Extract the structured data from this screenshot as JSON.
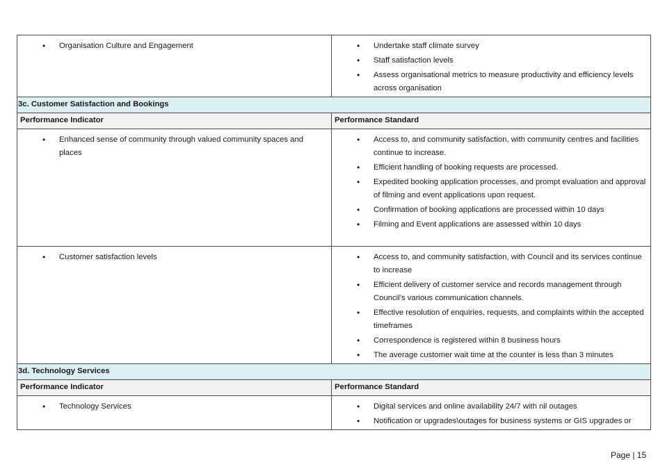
{
  "sections": {
    "culture": {
      "indicator": "Organisation Culture and Engagement",
      "standards": [
        "Undertake staff climate survey",
        "Staff satisfaction levels",
        "Assess organisational metrics to measure productivity and efficiency levels across organisation"
      ]
    },
    "customer": {
      "title": "3c. Customer Satisfaction and Bookings",
      "header_indicator": "Performance Indicator",
      "header_standard": "Performance Standard",
      "rows": [
        {
          "indicator": "Enhanced sense of community through valued community spaces and places",
          "standards": [
            "Access to, and community satisfaction, with community centres and facilities continue to increase.",
            "Efficient handling of booking requests are processed.",
            "Expedited booking application processes, and prompt evaluation and approval of filming and event applications upon request.",
            "Confirmation of booking applications are processed within 10 days",
            "Filming and Event applications are assessed within 10 days"
          ]
        },
        {
          "indicator": "Customer satisfaction levels",
          "standards": [
            "Access to, and community satisfaction, with Council and its services continue to increase",
            "Efficient delivery of customer service and records management through Council’s various communication channels.",
            "Effective resolution of enquiries, requests, and complaints within the accepted timeframes",
            "Correspondence is registered within 8 business hours",
            "The average customer wait time at the counter is less than 3 minutes"
          ]
        }
      ]
    },
    "technology": {
      "title": "3d. Technology Services",
      "header_indicator": "Performance Indicator",
      "header_standard": "Performance Standard",
      "indicator": "Technology Services",
      "standards": [
        "Digital services and online availability 24/7 with nil outages",
        "Notification or upgrades\\outages for business systems or GIS upgrades or"
      ]
    }
  },
  "bullet_char": "•",
  "footer": {
    "page_label": "Page | 15"
  }
}
